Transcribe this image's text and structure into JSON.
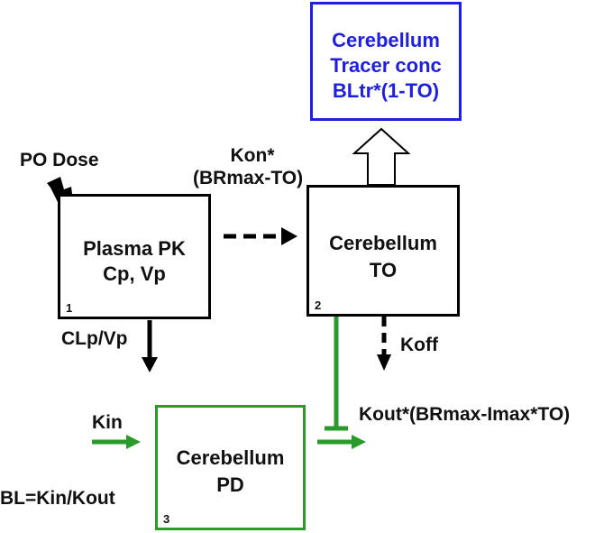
{
  "colors": {
    "black": "#000000",
    "blue": "#1f1fe0",
    "green": "#2a9a2a"
  },
  "tracer_box": {
    "line1": "Cerebellum",
    "line2": "Tracer conc",
    "line3": "BLtr*(1-TO)"
  },
  "plasma_box": {
    "line1": "Plasma PK",
    "line2": "Cp, Vp",
    "number": "1"
  },
  "to_box": {
    "line1": "Cerebellum",
    "line2": "TO",
    "number": "2"
  },
  "pd_box": {
    "line1": "Cerebellum",
    "line2": "PD",
    "number": "3"
  },
  "labels": {
    "po_dose": "PO Dose",
    "kon_line1": "Kon*",
    "kon_line2": "(BRmax-TO)",
    "clp": "CLp/Vp",
    "koff": "Koff",
    "kin": "Kin",
    "bl": "BL=Kin/Kout",
    "kout": "Kout*(BRmax-Imax*TO)"
  },
  "icons": [
    "lightning-dose-icon",
    "dashed-arrow-kon",
    "hollow-up-arrow",
    "arrow-clp",
    "dashed-arrow-koff",
    "inhibition-line",
    "arrow-kin",
    "arrow-kout"
  ]
}
